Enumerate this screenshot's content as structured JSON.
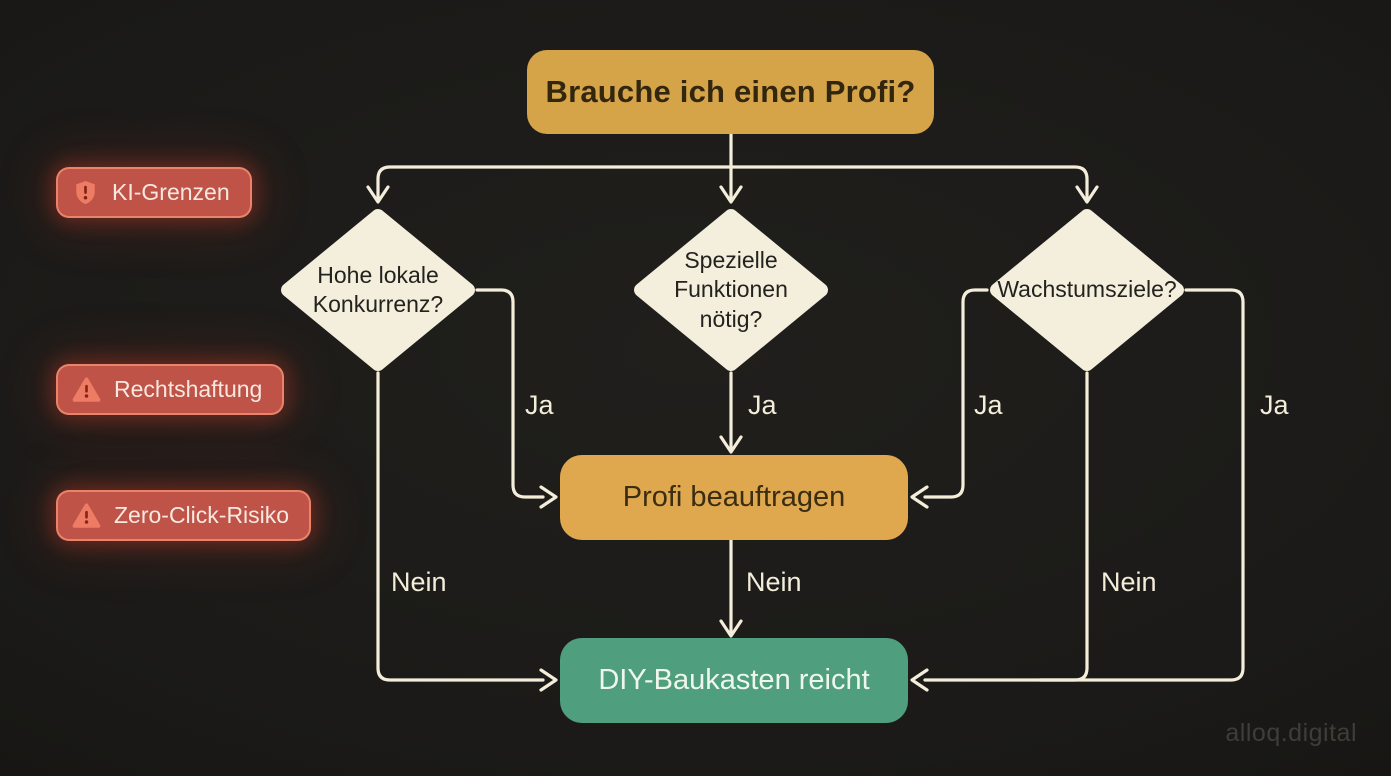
{
  "diagram_title": "Brauche ich einen Profi?",
  "colors": {
    "background": "#1b1a18",
    "connector": "#f3edda",
    "gold_node": "#d5a348",
    "gold_node_alt": "#dfa84f",
    "green_node": "#4f9e7d",
    "diamond_fill": "#f4eedd",
    "warning_badge": "#bf5348",
    "warning_border": "#ee8d71",
    "warning_icon": "#ee7c64"
  },
  "start": {
    "label": "Brauche ich einen Profi?"
  },
  "decisions": [
    {
      "label": "Hohe lokale Konkurrenz?"
    },
    {
      "label": "Spezielle Funktionen nötig?"
    },
    {
      "label": "Wachstumsziele?"
    }
  ],
  "outcomes": [
    {
      "label": "Profi beauftragen",
      "color": "#dfa84f"
    },
    {
      "label": "DIY-Baukasten reicht",
      "color": "#4f9e7d"
    }
  ],
  "edge_labels": {
    "yes": "Ja",
    "no": "Nein"
  },
  "edges": [
    {
      "from": "start",
      "to": "decision-1"
    },
    {
      "from": "start",
      "to": "decision-2"
    },
    {
      "from": "start",
      "to": "decision-3"
    },
    {
      "from": "decision-1",
      "to": "profi",
      "label": "Ja"
    },
    {
      "from": "decision-1",
      "to": "diy",
      "label": "Nein"
    },
    {
      "from": "decision-2",
      "to": "profi",
      "label": "Ja"
    },
    {
      "from": "decision-3",
      "to": "profi",
      "label": "Ja"
    },
    {
      "from": "decision-3",
      "to": "diy",
      "label": "Ja"
    },
    {
      "from": "decision-3",
      "to": "diy",
      "label": "Nein"
    },
    {
      "from": "profi",
      "to": "diy",
      "label": "Nein"
    }
  ],
  "warnings": [
    {
      "label": "KI-Grenzen",
      "icon": "shield-alert-icon"
    },
    {
      "label": "Rechtshaftung",
      "icon": "triangle-alert-icon"
    },
    {
      "label": "Zero-Click-Risiko",
      "icon": "triangle-alert-icon"
    }
  ],
  "watermark": {
    "label": "alloq.digital"
  }
}
